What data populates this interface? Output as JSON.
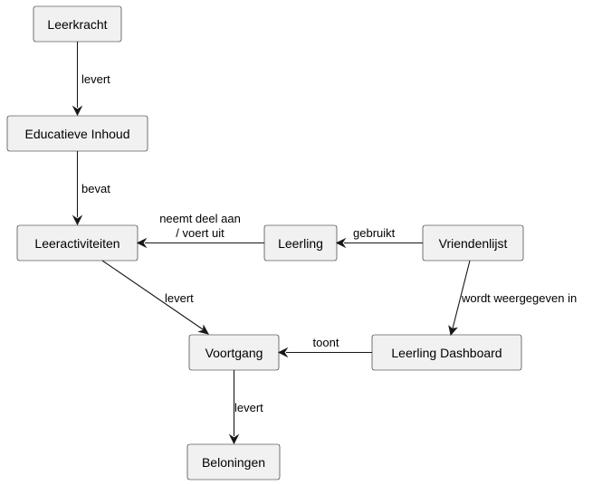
{
  "nodes": {
    "leerkracht": "Leerkracht",
    "educatieve_inhoud": "Educatieve Inhoud",
    "leeractiviteiten": "Leeractiviteiten",
    "leerling": "Leerling",
    "vriendenlijst": "Vriendenlijst",
    "voortgang": "Voortgang",
    "leerling_dashboard": "Leerling Dashboard",
    "beloningen": "Beloningen"
  },
  "edges": {
    "leerkracht_levert": "levert",
    "inhoud_bevat": "bevat",
    "leerling_neemt_deel_line1": "neemt deel aan",
    "leerling_neemt_deel_line2": "/ voert uit",
    "vriendenlijst_gebruikt": "gebruikt",
    "vriendenlijst_weergegeven": "wordt weergegeven in",
    "activiteiten_levert": "levert",
    "dashboard_toont": "toont",
    "voortgang_levert": "levert"
  }
}
